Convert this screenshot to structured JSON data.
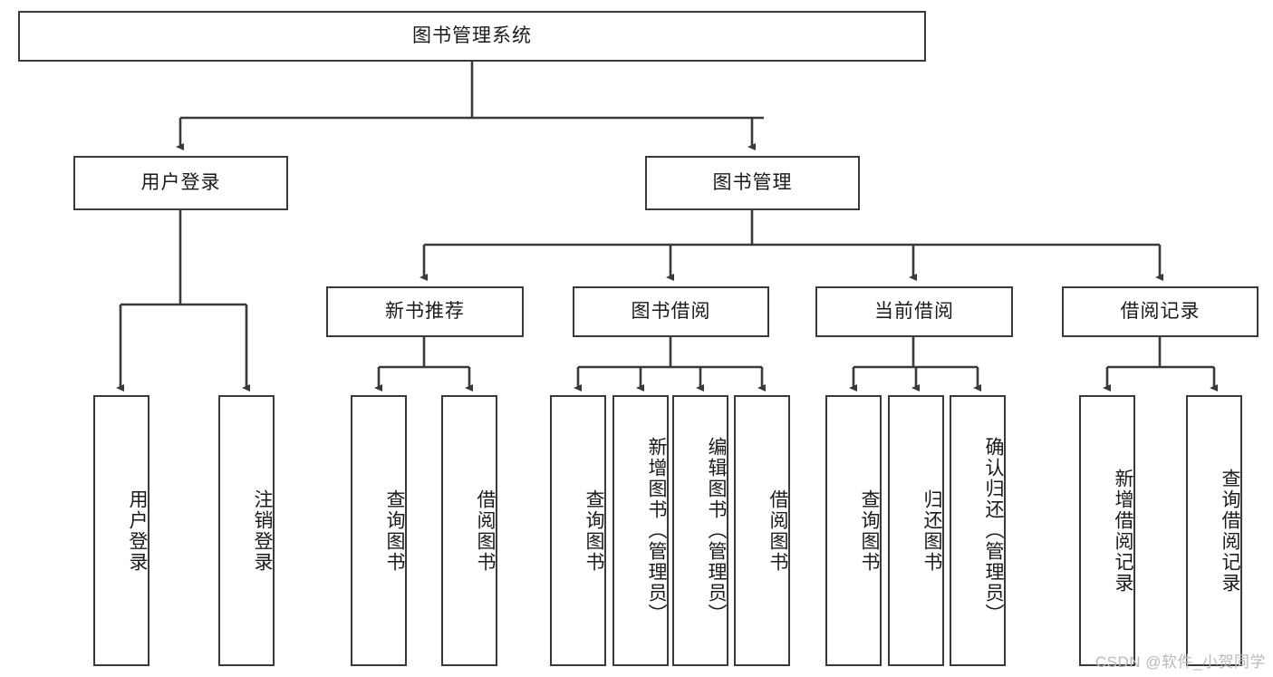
{
  "diagram": {
    "title": "图书管理系统",
    "type": "tree-hierarchy",
    "watermark": "CSDN @软件_小贺同学",
    "stroke_color": "#3a3a3a",
    "fill_color": "#ffffff",
    "text_color": "#1a1a1a"
  },
  "nodes": {
    "root": {
      "label": "图书管理系统",
      "level": 0,
      "orientation": "horizontal"
    },
    "user_login": {
      "label": "用户登录",
      "level": 1,
      "orientation": "horizontal"
    },
    "book_manage": {
      "label": "图书管理",
      "level": 1,
      "orientation": "horizontal"
    },
    "new_book_rec": {
      "label": "新书推荐",
      "level": 2,
      "orientation": "horizontal"
    },
    "book_borrow": {
      "label": "图书借阅",
      "level": 2,
      "orientation": "horizontal"
    },
    "current_borrow": {
      "label": "当前借阅",
      "level": 2,
      "orientation": "horizontal"
    },
    "borrow_record": {
      "label": "借阅记录",
      "level": 2,
      "orientation": "horizontal"
    },
    "leaf_user_login": {
      "label": "用户登录",
      "level": 3,
      "orientation": "vertical"
    },
    "leaf_user_logout": {
      "label": "注销登录",
      "level": 3,
      "orientation": "vertical"
    },
    "leaf_rec_query": {
      "label": "查询图书",
      "level": 3,
      "orientation": "vertical"
    },
    "leaf_rec_borrow": {
      "label": "借阅图书",
      "level": 3,
      "orientation": "vertical"
    },
    "leaf_bb_query": {
      "label": "查询图书",
      "level": 3,
      "orientation": "vertical"
    },
    "leaf_bb_add": {
      "label": "新增图书（管理员）",
      "level": 3,
      "orientation": "vertical"
    },
    "leaf_bb_edit": {
      "label": "编辑图书（管理员）",
      "level": 3,
      "orientation": "vertical"
    },
    "leaf_bb_borrow": {
      "label": "借阅图书",
      "level": 3,
      "orientation": "vertical"
    },
    "leaf_cb_query": {
      "label": "查询图书",
      "level": 3,
      "orientation": "vertical"
    },
    "leaf_cb_return": {
      "label": "归还图书",
      "level": 3,
      "orientation": "vertical"
    },
    "leaf_cb_confirm": {
      "label": "确认归还（管理员）",
      "level": 3,
      "orientation": "vertical"
    },
    "leaf_br_add": {
      "label": "新增借阅记录",
      "level": 3,
      "orientation": "vertical"
    },
    "leaf_br_query": {
      "label": "查询借阅记录",
      "level": 3,
      "orientation": "vertical"
    }
  },
  "edges": [
    {
      "from": "root",
      "to": "user_login"
    },
    {
      "from": "root",
      "to": "book_manage"
    },
    {
      "from": "user_login",
      "to": "leaf_user_login"
    },
    {
      "from": "user_login",
      "to": "leaf_user_logout"
    },
    {
      "from": "book_manage",
      "to": "new_book_rec"
    },
    {
      "from": "book_manage",
      "to": "book_borrow"
    },
    {
      "from": "book_manage",
      "to": "current_borrow"
    },
    {
      "from": "book_manage",
      "to": "borrow_record"
    },
    {
      "from": "new_book_rec",
      "to": "leaf_rec_query"
    },
    {
      "from": "new_book_rec",
      "to": "leaf_rec_borrow"
    },
    {
      "from": "book_borrow",
      "to": "leaf_bb_query"
    },
    {
      "from": "book_borrow",
      "to": "leaf_bb_add"
    },
    {
      "from": "book_borrow",
      "to": "leaf_bb_edit"
    },
    {
      "from": "book_borrow",
      "to": "leaf_bb_borrow"
    },
    {
      "from": "current_borrow",
      "to": "leaf_cb_query"
    },
    {
      "from": "current_borrow",
      "to": "leaf_cb_return"
    },
    {
      "from": "current_borrow",
      "to": "leaf_cb_confirm"
    },
    {
      "from": "borrow_record",
      "to": "leaf_br_add"
    },
    {
      "from": "borrow_record",
      "to": "leaf_br_query"
    }
  ]
}
